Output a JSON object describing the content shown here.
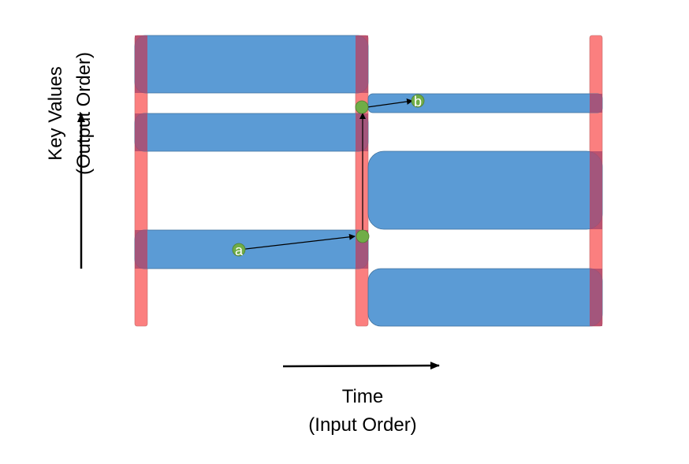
{
  "diagram": {
    "x_axis_title": [
      "Time",
      "(Input Order)"
    ],
    "y_axis_title": [
      "Key Values",
      "(Output Order)"
    ],
    "points": [
      {
        "id": "a",
        "label": "a"
      },
      {
        "id": "b",
        "label": "b"
      }
    ],
    "colors": {
      "separator": "#fb7f7f",
      "separator_overlap": "#b04a6c",
      "run_fill": "#5b9bd5",
      "run_stroke": "#41719c",
      "point_fill": "#70ad47",
      "arrow": "#000000"
    }
  }
}
